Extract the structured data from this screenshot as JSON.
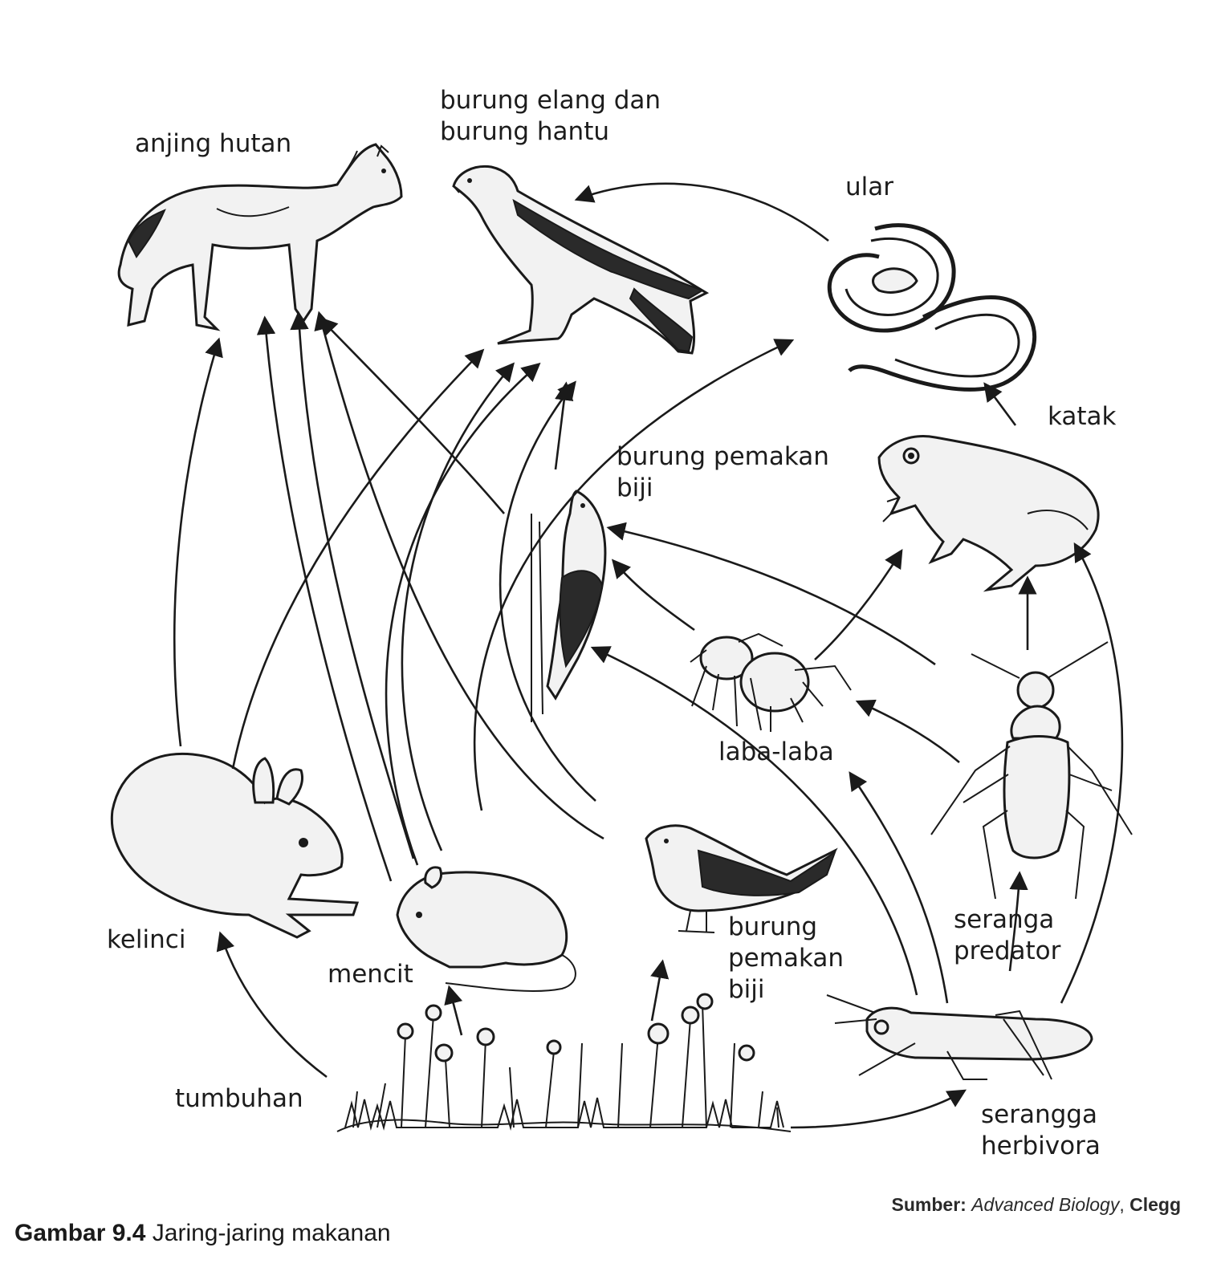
{
  "labels": {
    "anjing_hutan": "anjing hutan",
    "burung_elang": "burung elang dan\nburung hantu",
    "ular": "ular",
    "katak": "katak",
    "burung_pemakan_biji_top": "burung pemakan\nbiji",
    "laba_laba": "laba-laba",
    "kelinci": "kelinci",
    "mencit": "mencit",
    "burung_pemakan_biji_bottom": "burung\npemakan\nbiji",
    "serangga_predator": "seranga\npredator",
    "tumbuhan": "tumbuhan",
    "serangga_herbivora": "serangga\nherbivora"
  },
  "source": {
    "prefix": "Sumber:",
    "title": "Advanced Biology",
    "separator": ",",
    "author": "Clegg"
  },
  "caption": {
    "number": "Gambar 9.4",
    "text": "Jaring-jaring makanan"
  },
  "arrows": [
    {
      "from": "kelinci",
      "to": "anjing hutan"
    },
    {
      "from": "kelinci",
      "to": "burung elang dan burung hantu"
    },
    {
      "from": "mencit",
      "to": "anjing hutan"
    },
    {
      "from": "mencit",
      "to": "burung elang dan burung hantu"
    },
    {
      "from": "mencit",
      "to": "ular"
    },
    {
      "from": "burung pemakan biji",
      "to": "anjing hutan"
    },
    {
      "from": "burung pemakan biji",
      "to": "burung elang dan burung hantu"
    },
    {
      "from": "ular",
      "to": "burung elang dan burung hantu"
    },
    {
      "from": "katak",
      "to": "ular"
    },
    {
      "from": "laba-laba",
      "to": "katak"
    },
    {
      "from": "laba-laba",
      "to": "burung pemakan biji"
    },
    {
      "from": "seranga predator",
      "to": "katak"
    },
    {
      "from": "seranga predator",
      "to": "laba-laba"
    },
    {
      "from": "seranga predator",
      "to": "burung pemakan biji"
    },
    {
      "from": "serangga herbivora",
      "to": "seranga predator"
    },
    {
      "from": "serangga herbivora",
      "to": "katak"
    },
    {
      "from": "serangga herbivora",
      "to": "laba-laba"
    },
    {
      "from": "serangga herbivora",
      "to": "burung pemakan biji"
    },
    {
      "from": "tumbuhan",
      "to": "kelinci"
    },
    {
      "from": "tumbuhan",
      "to": "mencit"
    },
    {
      "from": "tumbuhan",
      "to": "burung pemakan biji"
    },
    {
      "from": "tumbuhan",
      "to": "serangga herbivora"
    }
  ]
}
